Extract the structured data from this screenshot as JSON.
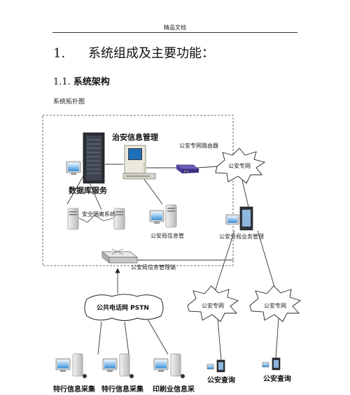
{
  "header": {
    "text": "精品文档"
  },
  "section": {
    "number": "1.",
    "title": "系统组成及主要功能："
  },
  "subsection": {
    "number": "1.1.",
    "title": "系统架构"
  },
  "caption": "系统拓扑图",
  "diagram": {
    "management": "治安信息管理",
    "router": "公安专网路由器",
    "database": "数据库服务",
    "isolation": "安全隔离系统",
    "bureau_mgmt": "公安局信息管",
    "branch_mgmt": "公安分局业务管理",
    "terminal": "公安局信息管理端",
    "pstn": "公共电话网 PSTN",
    "net_top": "公安专网",
    "net_left": "公安专网",
    "net_right": "公安专网",
    "collect_1": "特行信息采集",
    "collect_2": "特行信息采集",
    "collect_3": "印刷业信息采",
    "query_1": "公安查询",
    "query_2": "公安查询"
  }
}
